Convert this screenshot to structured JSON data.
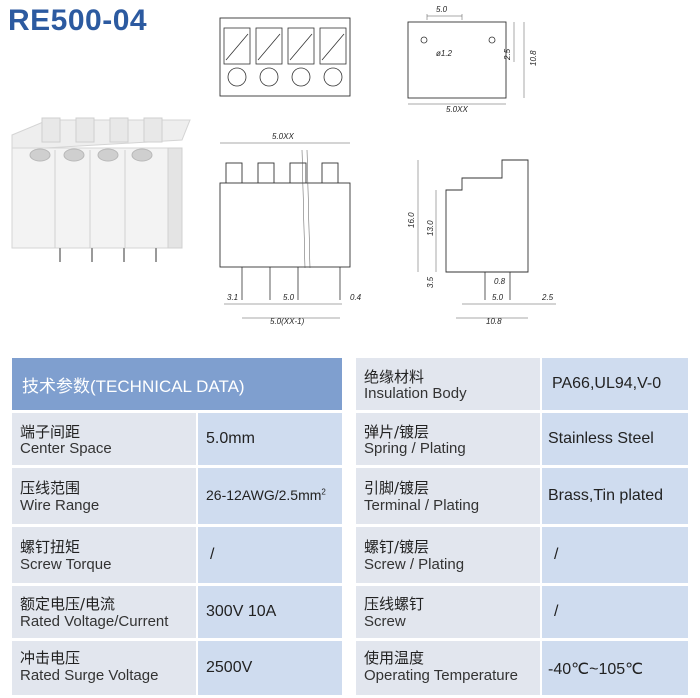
{
  "title": "RE500-04",
  "dims": {
    "pitch_top": "5.0",
    "hole": "ø1.2",
    "offset": "2.5",
    "depth": "10.8",
    "width_xx": "5.0XX",
    "height_16": "16.0",
    "height_13": "13.0",
    "pin_35": "3.5",
    "pin_08": "0.8",
    "pitch_side": "5.0",
    "side_25": "2.5",
    "side_108": "10.8",
    "front_31": "3.1",
    "front_50": "5.0",
    "front_04": "0.4",
    "front_total": "5.0(XX-1)"
  },
  "table": {
    "header": "技术参数(TECHNICAL DATA)",
    "left_rows": [
      {
        "cn": "端子间距",
        "en": "Center Space",
        "value": "5.0mm"
      },
      {
        "cn": "压线范围",
        "en": "Wire Range",
        "value": "26-12AWG/2.5mm",
        "sup": "2"
      },
      {
        "cn": "螺钉扭矩",
        "en": "Screw Torque",
        "value": "/"
      },
      {
        "cn": "额定电压/电流",
        "en": "Rated Voltage/Current",
        "value": "300V 10A"
      },
      {
        "cn": "冲击电压",
        "en": "Rated Surge Voltage",
        "value": "2500V"
      }
    ],
    "right_rows": [
      {
        "cn": "绝缘材料",
        "en": "Insulation Body",
        "value": "PA66,UL94,V-0"
      },
      {
        "cn": "弹片/镀层",
        "en": "Spring / Plating",
        "value": "Stainless Steel"
      },
      {
        "cn": "引脚/镀层",
        "en": "Terminal / Plating",
        "value": "Brass,Tin plated"
      },
      {
        "cn": "螺钉/镀层",
        "en": "Screw / Plating",
        "value": "/"
      },
      {
        "cn": "压线螺钉",
        "en": "Screw",
        "value": "/"
      },
      {
        "cn": "使用温度",
        "en": "Operating Temperature",
        "value": "-40℃~105℃"
      }
    ]
  }
}
